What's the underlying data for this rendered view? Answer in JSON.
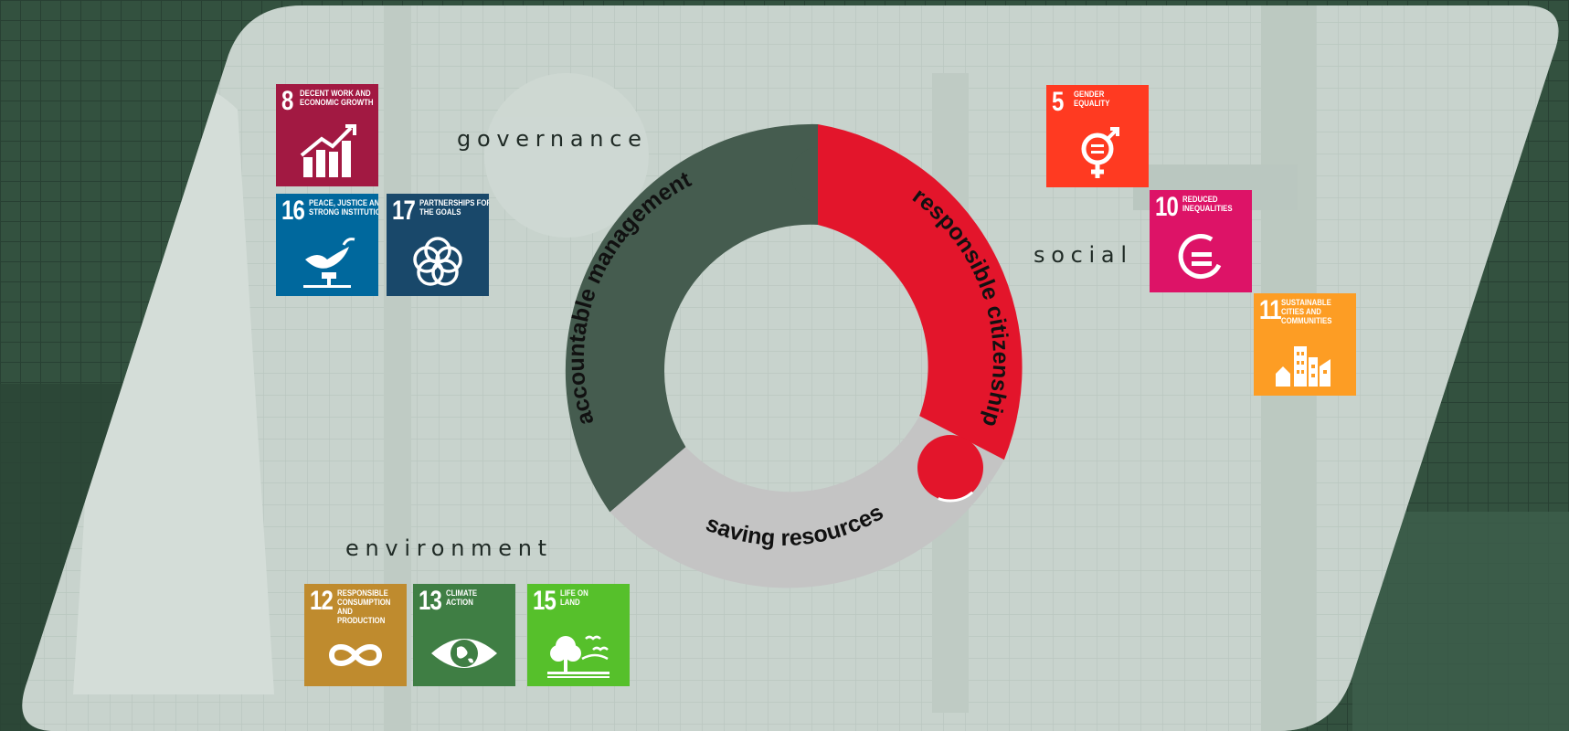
{
  "categories": {
    "governance": "governance",
    "social": "social",
    "environment": "environment"
  },
  "ring": {
    "accountable": "accountable management",
    "responsible": "responsible citizenship",
    "saving": "saving resources"
  },
  "sdg": {
    "goal8": {
      "number": "8",
      "title": "DECENT WORK AND ECONOMIC GROWTH"
    },
    "goal16": {
      "number": "16",
      "title": "PEACE, JUSTICE AND STRONG INSTITUTIONS"
    },
    "goal17": {
      "number": "17",
      "title": "PARTNERSHIPS FOR THE GOALS"
    },
    "goal5": {
      "number": "5",
      "title": "GENDER EQUALITY"
    },
    "goal10": {
      "number": "10",
      "title": "REDUCED INEQUALITIES"
    },
    "goal11": {
      "number": "11",
      "title": "SUSTAINABLE CITIES AND COMMUNITIES"
    },
    "goal12": {
      "number": "12",
      "title": "RESPONSIBLE CONSUMPTION AND PRODUCTION"
    },
    "goal13": {
      "number": "13",
      "title": "CLIMATE ACTION"
    },
    "goal15": {
      "number": "15",
      "title": "LIFE ON LAND"
    }
  },
  "colors": {
    "background": "#2f4d3e",
    "panel": "#c8d3cd",
    "ring_management": "#455c4f",
    "ring_citizenship": "#e3152b",
    "ring_resources": "#c4c4c4",
    "goal8": "#a21942",
    "goal16": "#00689d",
    "goal17": "#19486a",
    "goal5": "#ff3a21",
    "goal10": "#dd1367",
    "goal11": "#fd9d24",
    "goal12": "#bf8b2e",
    "goal13": "#3f7e44",
    "goal15": "#56c02b"
  }
}
